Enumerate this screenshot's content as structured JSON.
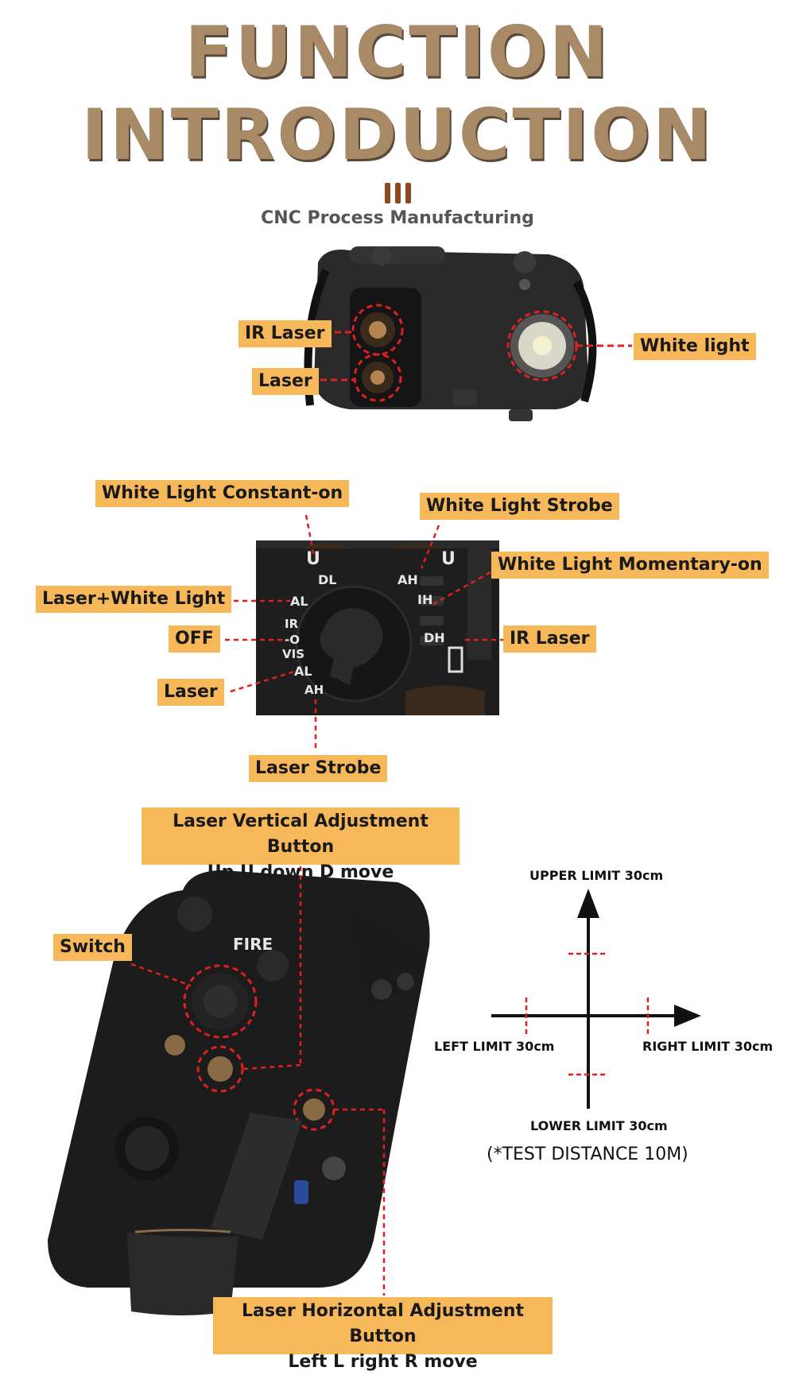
{
  "header": {
    "title_line1": "FUNCTION",
    "title_line2": "INTRODUCTION",
    "subtitle": "CNC Process Manufacturing"
  },
  "section1": {
    "labels": {
      "ir_laser": "IR Laser",
      "laser": "Laser",
      "white_light": "White light"
    }
  },
  "section2": {
    "labels": {
      "white_light_constant_on": "White Light Constant-on",
      "white_light_strobe": "White Light Strobe",
      "white_light_momentary_on": "White Light Momentary-on",
      "laser_white_light": "Laser+White Light",
      "off": "OFF",
      "ir_laser": "IR Laser",
      "laser": "Laser",
      "laser_strobe": "Laser Strobe"
    },
    "dial_markings": [
      "U",
      "DL",
      "AH",
      "U",
      "IH",
      "AL",
      "IR",
      "-O",
      "VIS",
      "DH",
      "AL",
      "AH"
    ]
  },
  "section3": {
    "vertical_button_line1": "Laser Vertical Adjustment Button",
    "vertical_button_line2": "Up U down D move",
    "switch_label": "Switch",
    "horizontal_button_line1": "Laser Horizontal Adjustment Button",
    "horizontal_button_line2": "Left L right R move",
    "device_fire_text": "FIRE",
    "diagram": {
      "upper": "UPPER LIMIT 30cm",
      "lower": "LOWER LIMIT 30cm",
      "left": "LEFT LIMIT 30cm",
      "right": "RIGHT LIMIT 30cm",
      "distance": "(*TEST DISTANCE 10M)"
    }
  },
  "colors": {
    "title": "#a88a67",
    "label_bg": "#f7b85a",
    "leader": "#e02020",
    "device": "#1c1c1c"
  }
}
